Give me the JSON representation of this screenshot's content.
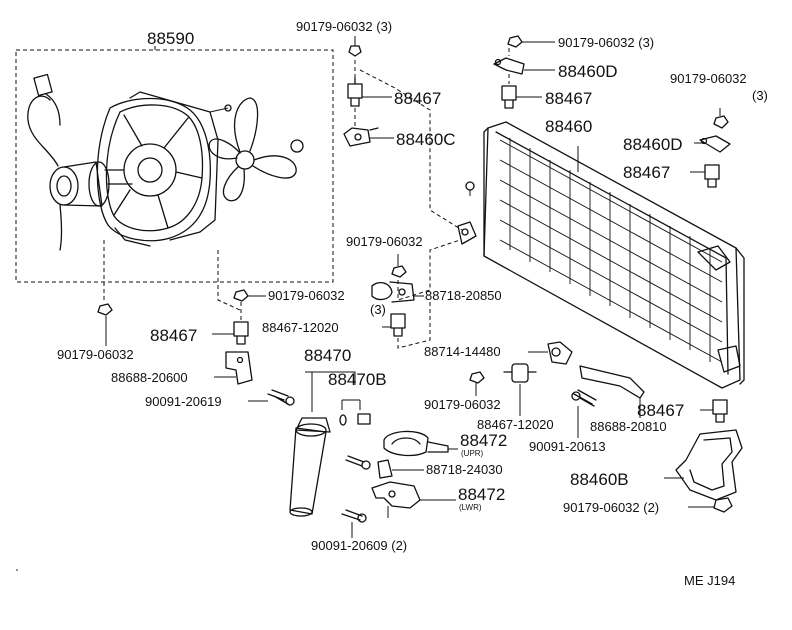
{
  "labels": {
    "fan_assy": "88590",
    "bolt_top": "90179-06032 (3)",
    "nut_top_right": "90179-06032 (3)",
    "bracket_d_top": "88460D",
    "cushion_top": "88467",
    "cushion_top_right": "88467",
    "bracket_c": "88460C",
    "nut_right_a": "90179-06032",
    "nut_right_b": "(3)",
    "condenser": "88460",
    "bracket_d_right": "88460D",
    "cushion_right": "88467",
    "nut_mid": "90179-06032",
    "nut_left_mid_a": "90179-06032",
    "nut_left_mid_b": "(3)",
    "clamp_20850": "88718-20850",
    "cushion_left": "88467",
    "cushion_12020_a": "88467-12020",
    "nut_left": "90179-06032",
    "receiver": "88470",
    "bracket_20600": "88688-20600",
    "plug_b": "88470B",
    "pipe_14480": "88714-14480",
    "bolt_20619": "90091-20619",
    "nut_lower": "90179-06032",
    "cushion_12020_b": "88467-12020",
    "bracket_20810": "88688-20810",
    "cushion_lower_right": "88467",
    "bolt_20613": "90091-20613",
    "bracket_upr": "88472",
    "upr_tag": "(UPR)",
    "clamp_24030": "88718-24030",
    "bracket_b": "88460B",
    "bracket_lwr": "88472",
    "lwr_tag": "(LWR)",
    "nut_bottom_right": "90179-06032 (2)",
    "bolt_20609": "90091-20609 (2)",
    "diagram_code": "ME J194"
  }
}
